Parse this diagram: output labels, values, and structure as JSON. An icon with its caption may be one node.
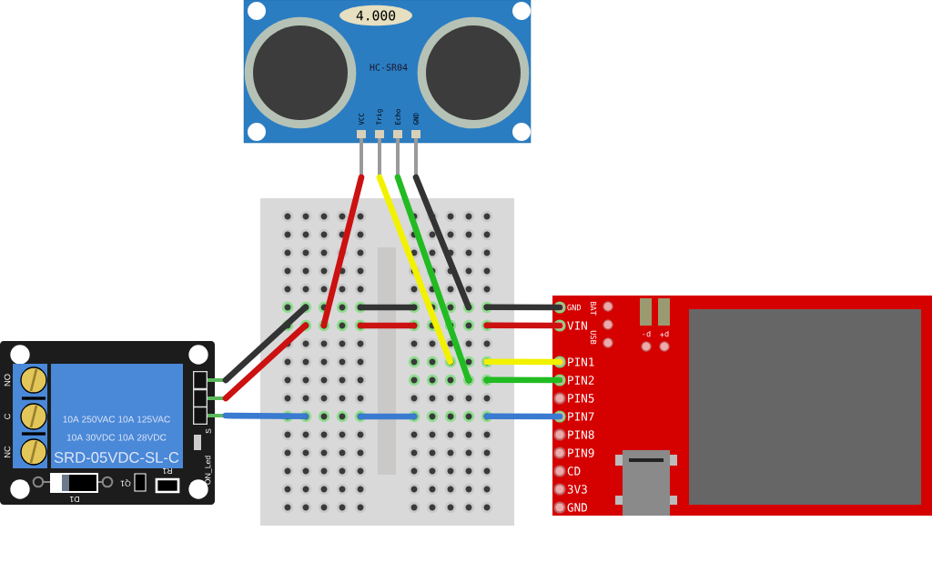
{
  "diagram": {
    "nodes": [
      {
        "text": [
          "4.000",
          "HC-SR04"
        ]
      },
      {
        "text": [
          "VCC"
        ]
      },
      {
        "text": [
          "Trig"
        ]
      },
      {
        "text": [
          "Echo"
        ]
      },
      {
        "text": [
          "GND"
        ]
      },
      {
        "text": [],
        "shape": "box"
      },
      {
        "text": [
          "NO",
          "C",
          "NC",
          "10A 250VAC 10A 125VAC",
          "10A 30VDC 10A 28VDC",
          "SRD-05VDC-SL-C",
          "S",
          "ON_Led",
          "D1",
          "Q1",
          "R1"
        ]
      },
      {
        "text": [],
        "shape": "box",
        "in": 6
      },
      {
        "text": [],
        "shape": "box",
        "in": 6
      },
      {
        "text": [],
        "shape": "box",
        "in": 6
      },
      {
        "text": [
          "BAT",
          "USB",
          "p-",
          "p+"
        ]
      },
      {
        "text": [
          "GND"
        ],
        "in": 10
      },
      {
        "text": [
          "VIN"
        ],
        "in": 10
      },
      {
        "text": [
          "PIN1"
        ],
        "in": 10
      },
      {
        "text": [
          "PIN2"
        ],
        "in": 10
      },
      {
        "text": [
          "PIN5"
        ],
        "in": 10
      },
      {
        "text": [
          "PIN7"
        ],
        "in": 10
      },
      {
        "text": [
          "PIN8"
        ],
        "in": 10
      },
      {
        "text": [
          "PIN9"
        ],
        "in": 10
      },
      {
        "text": [
          "CD"
        ],
        "in": 10
      },
      {
        "text": [
          "3V3"
        ],
        "in": 10
      },
      {
        "text": [
          "GND"
        ],
        "in": 10
      }
    ],
    "edges": [
      {
        "from": 1,
        "to": 5,
        "arrow": "none",
        "color": "#cc1111"
      },
      {
        "from": 2,
        "to": 5,
        "arrow": "none",
        "color": "#f2f200"
      },
      {
        "from": 3,
        "to": 5,
        "arrow": "none",
        "color": "#22bb22"
      },
      {
        "from": 4,
        "to": 5,
        "arrow": "none",
        "color": "#333333"
      },
      {
        "from": 7,
        "to": 5,
        "arrow": "none",
        "color": "#333333"
      },
      {
        "from": 8,
        "to": 5,
        "arrow": "none",
        "color": "#cc1111"
      },
      {
        "from": 9,
        "to": 5,
        "arrow": "none",
        "color": "#3a7ad0"
      },
      {
        "from": 5,
        "to": 11,
        "arrow": "none",
        "color": "#333333"
      },
      {
        "from": 5,
        "to": 12,
        "arrow": "none",
        "color": "#cc1111"
      },
      {
        "from": 5,
        "to": 13,
        "arrow": "none",
        "color": "#f2f200"
      },
      {
        "from": 5,
        "to": 14,
        "arrow": "none",
        "color": "#22bb22"
      },
      {
        "from": 5,
        "to": 16,
        "arrow": "none",
        "color": "#3a7ad0"
      }
    ]
  }
}
